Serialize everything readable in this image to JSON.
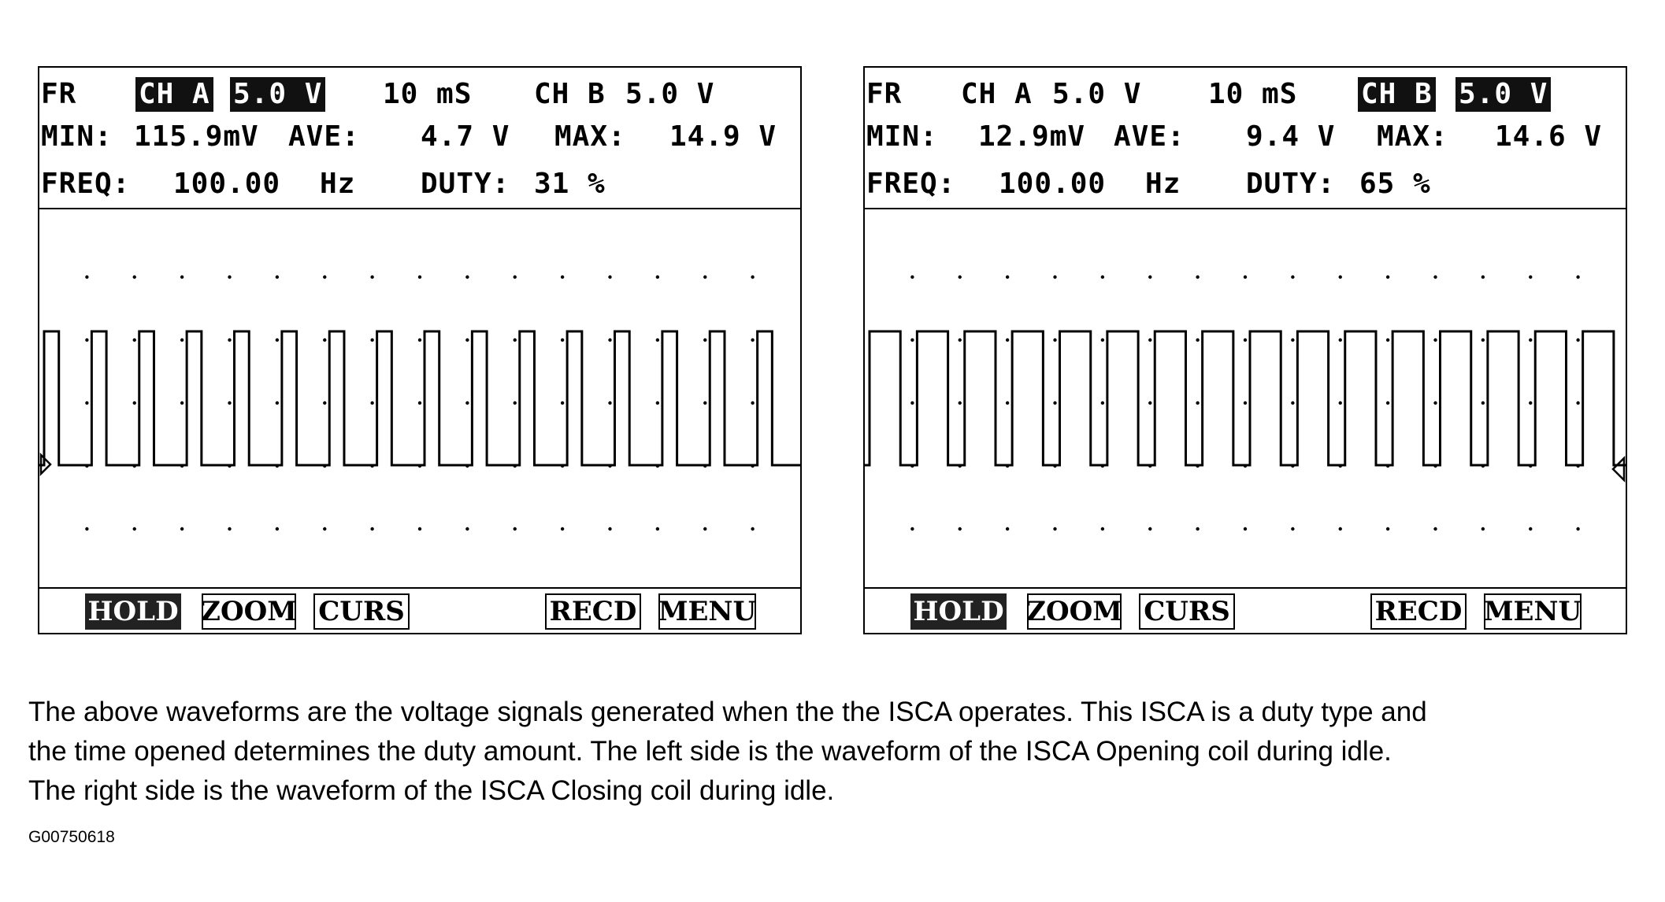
{
  "scopes": [
    {
      "mode": "FR",
      "ch_a_label": "CH A",
      "ch_a_scale": "5.0 V",
      "timebase": "10 mS",
      "ch_b_label": "CH B",
      "ch_b_scale": "5.0 V",
      "active_channel": "A",
      "min_label": "MIN:",
      "min_value": "115.9mV",
      "ave_label": "AVE:",
      "ave_value": "4.7 V",
      "max_label": "MAX:",
      "max_value": "14.9 V",
      "freq_label": "FREQ:",
      "freq_value": "100.00",
      "freq_unit": "Hz",
      "duty_label": "DUTY:",
      "duty_value": "31 %",
      "duty_fraction": 0.31,
      "trigger_side": "left",
      "buttons": {
        "hold": "HOLD",
        "zoom": "ZOOM",
        "curs": "CURS",
        "recd": "RECD",
        "menu": "MENU"
      }
    },
    {
      "mode": "FR",
      "ch_a_label": "CH A",
      "ch_a_scale": "5.0 V",
      "timebase": "10 mS",
      "ch_b_label": "CH B",
      "ch_b_scale": "5.0 V",
      "active_channel": "B",
      "min_label": "MIN:",
      "min_value": "12.9mV",
      "ave_label": "AVE:",
      "ave_value": "9.4 V",
      "max_label": "MAX:",
      "max_value": "14.6 V",
      "freq_label": "FREQ:",
      "freq_value": "100.00",
      "freq_unit": "Hz",
      "duty_label": "DUTY:",
      "duty_value": "65 %",
      "duty_fraction": 0.65,
      "trigger_side": "right",
      "buttons": {
        "hold": "HOLD",
        "zoom": "ZOOM",
        "curs": "CURS",
        "recd": "RECD",
        "menu": "MENU"
      }
    }
  ],
  "caption": {
    "line1": "The above waveforms are the voltage signals generated when the the ISCA operates. This ISCA is a duty type and",
    "line2": "the time opened determines the duty amount. The left side is the waveform of the ISCA Opening coil during idle.",
    "line3": "The right side is the waveform of the ISCA Closing coil during idle."
  },
  "figure_id": "G00750618",
  "colors": {
    "ink": "#000000",
    "highlight": "#111111",
    "paper": "#ffffff"
  }
}
